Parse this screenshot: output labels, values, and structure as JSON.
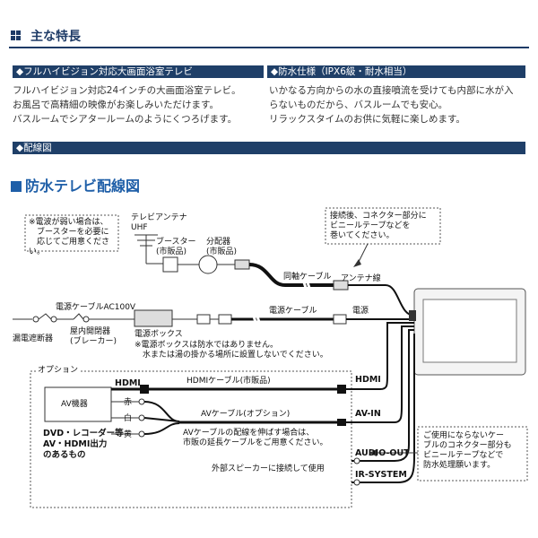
{
  "header": {
    "title": "主な特長"
  },
  "features": [
    {
      "heading": "◆フルハイビジョン対応大画面浴室テレビ",
      "body": "フルハイビジョン対応24インチの大画面浴室テレビ。\nお風呂で高精細の映像がお楽しみいただけます。\nバスルームでシアタールームのようにくつろげます。"
    },
    {
      "heading": "◆防水仕様（IPX6級・耐水相当）",
      "body": "いかなる方向からの水の直接噴流を受けても内部に水が入\nらないものだから、バスルームでも安心。\nリラックスタイムのお供に気軽に楽しめます。"
    }
  ],
  "wiring_band": "◆配線図",
  "diagram": {
    "title": "防水テレビ配線図",
    "note_booster": "※電波が弱い場合は、\n　ブースターを必要に\n　応じてご用意ください。",
    "antenna": "テレビアンテナ\nUHF",
    "booster": "ブースター\n(市販品)",
    "splitter": "分配器\n(市販品)",
    "tape_note": "接続後、コネクター部分に\nビニールテープなどを\n巻いてください。",
    "coax": "同軸ケーブル",
    "antenna_wire": "アンテナ線",
    "power_cable_ac": "電源ケーブルAC100V",
    "power_cable": "電源ケーブル",
    "power": "電源",
    "power_box": "電源ボックス",
    "leakage_breaker": "漏電遮断器",
    "indoor_switch": "屋内開閉器\n(ブレーカー)",
    "power_box_note": "※電源ボックスは防水ではありません。\n　水または湯の掛かる場所に設置しないでください。",
    "option": "オプション",
    "av_device": "AV機器",
    "device_desc": "DVD・レコーダー等\nAV・HDMI出力\nのあるもの",
    "hdmi": "HDMI",
    "hdmi_cable": "HDMIケーブル(市販品)",
    "hdmi_port": "HDMI",
    "red": "赤",
    "white": "白",
    "yellow": "黄",
    "av_cable": "AVケーブル(オプション)",
    "av_in": "AV-IN",
    "extension_note": "AVケーブルの配線を伸ばす場合は、\n市販の延長ケーブルをご用意ください。",
    "speaker_note": "外部スピーカーに接続して使用",
    "audio_out": "AUDIO-OUT",
    "ir_system": "IR-SYSTEM",
    "unused_note": "ご使用にならないケー\nブルのコネクター部分も\nビニールテープなどで\n防水処理願います。"
  }
}
